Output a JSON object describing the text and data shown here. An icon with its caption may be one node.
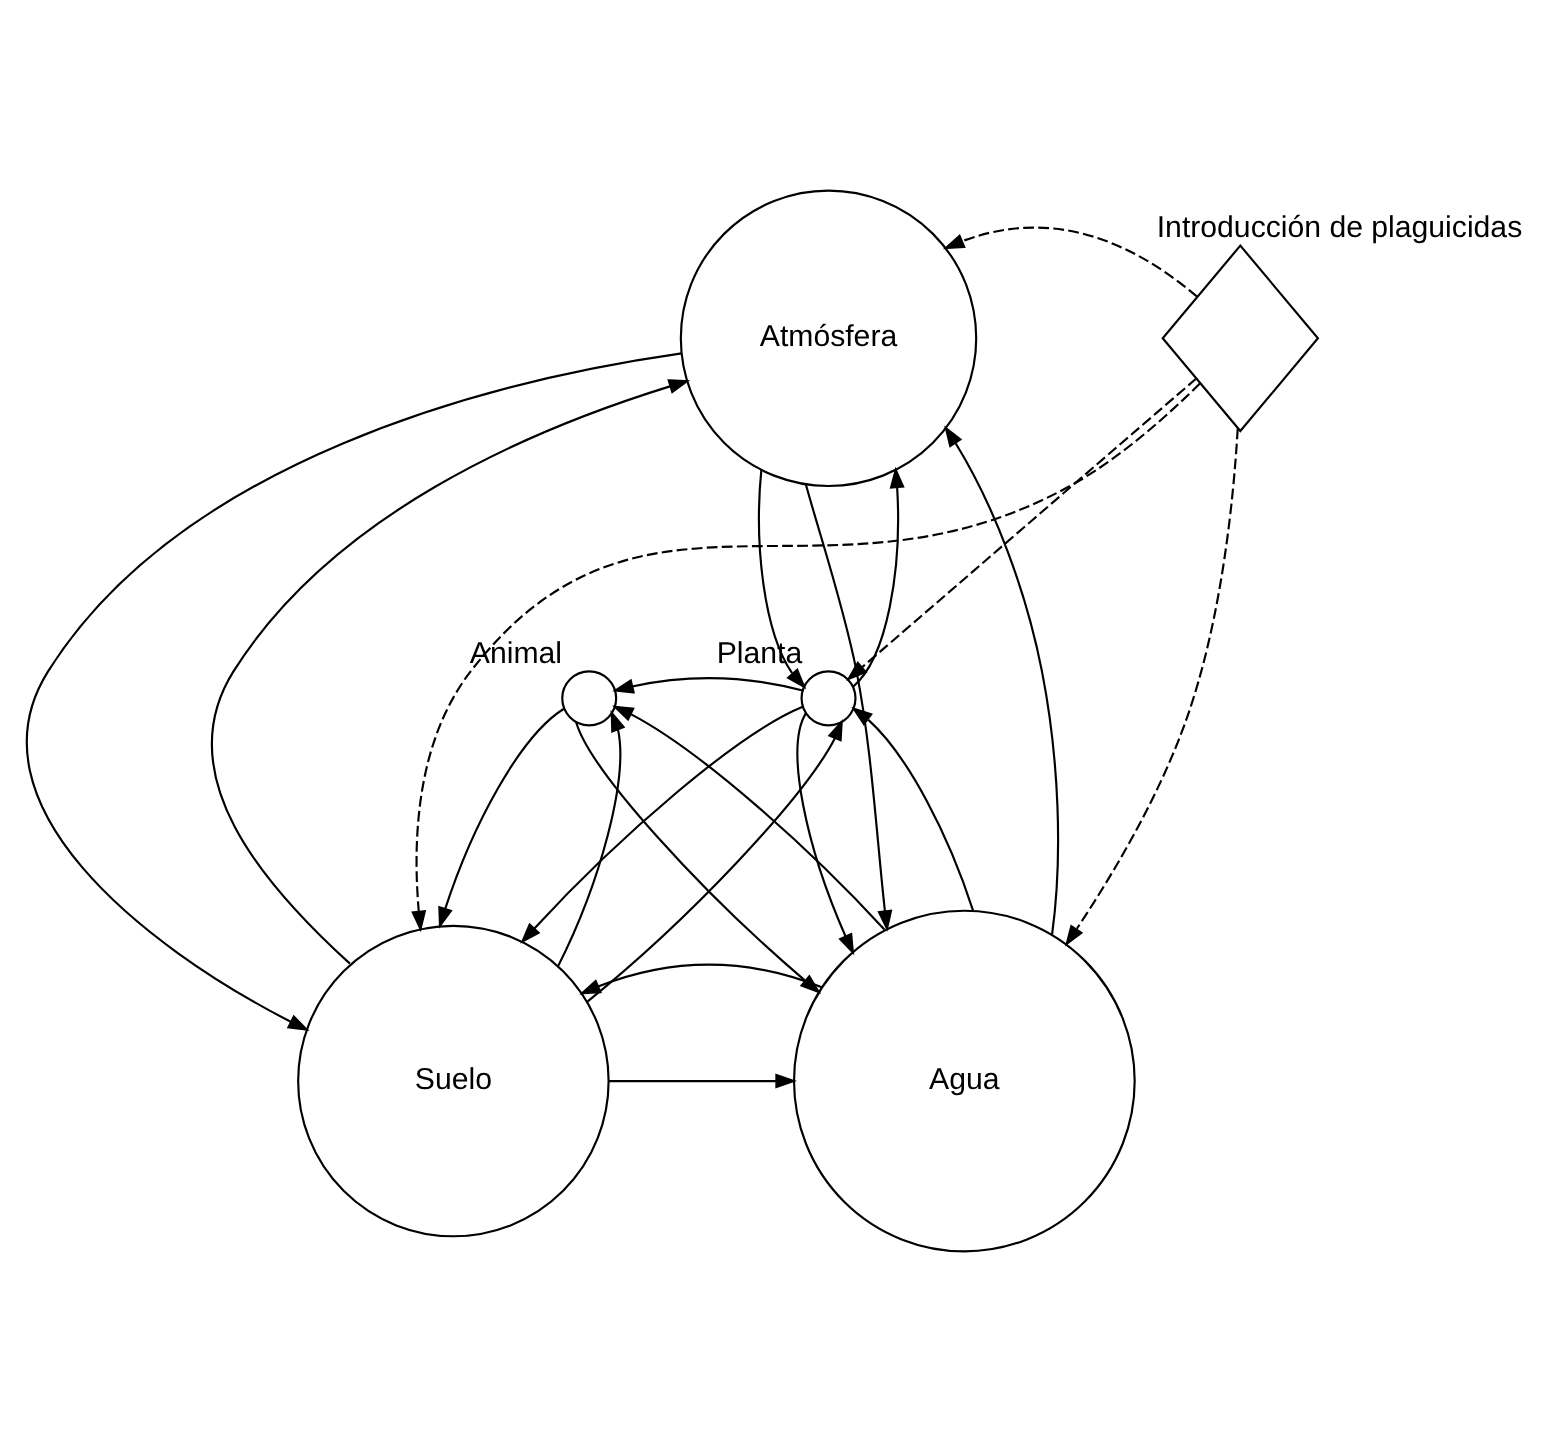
{
  "diagram": {
    "nodes": [
      {
        "text": [
          "Atmósfera"
        ]
      },
      {
        "text": [
          "Introducción de plaguicidas"
        ]
      },
      {
        "text": [
          "Animal"
        ]
      },
      {
        "text": [
          "Planta"
        ]
      },
      {
        "text": [
          "Suelo"
        ]
      },
      {
        "text": [
          "Agua"
        ]
      }
    ],
    "edges": [
      {
        "from": 1,
        "to": 0,
        "arrow": "to",
        "style": "dashed"
      },
      {
        "from": 1,
        "to": 5,
        "arrow": "to",
        "style": "dashed"
      },
      {
        "from": 1,
        "to": 3,
        "arrow": "to",
        "style": "dashed"
      },
      {
        "from": 1,
        "to": 4,
        "arrow": "to",
        "style": "dashed"
      },
      {
        "from": 4,
        "to": 0,
        "arrow": "to"
      },
      {
        "from": 0,
        "to": 4,
        "arrow": "to"
      },
      {
        "from": 0,
        "to": 3,
        "arrow": "to"
      },
      {
        "from": 3,
        "to": 0,
        "arrow": "to"
      },
      {
        "from": 5,
        "to": 0,
        "arrow": "to"
      },
      {
        "from": 0,
        "to": 5,
        "arrow": "to"
      },
      {
        "from": 3,
        "to": 2,
        "arrow": "to"
      },
      {
        "from": 4,
        "to": 2,
        "arrow": "to"
      },
      {
        "from": 2,
        "to": 4,
        "arrow": "to"
      },
      {
        "from": 4,
        "to": 3,
        "arrow": "to"
      },
      {
        "from": 3,
        "to": 4,
        "arrow": "to"
      },
      {
        "from": 5,
        "to": 2,
        "arrow": "to"
      },
      {
        "from": 2,
        "to": 5,
        "arrow": "to"
      },
      {
        "from": 5,
        "to": 3,
        "arrow": "to"
      },
      {
        "from": 3,
        "to": 5,
        "arrow": "to"
      },
      {
        "from": 4,
        "to": 5,
        "arrow": "to"
      },
      {
        "from": 5,
        "to": 4,
        "arrow": "to"
      }
    ]
  }
}
